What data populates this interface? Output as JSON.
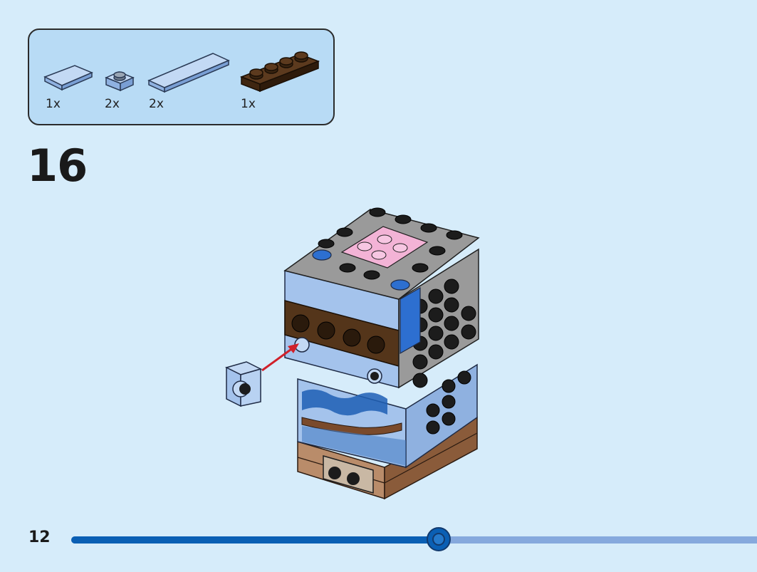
{
  "parts": [
    {
      "name": "tile-1x2-medium-blue",
      "qty": "1x"
    },
    {
      "name": "plate-1x1-medium-blue",
      "qty": "2x"
    },
    {
      "name": "tile-1x4-medium-blue",
      "qty": "2x"
    },
    {
      "name": "plate-1x4-dark-brown",
      "qty": "1x"
    }
  ],
  "step": {
    "number": "16"
  },
  "footer": {
    "page_number": "12"
  },
  "progress": {
    "fraction": 0.536
  },
  "colors": {
    "background": "#d6ecfa",
    "parts_box": "#b8dbf5",
    "medium_blue": "#a4c3ec",
    "dark_brown": "#54351a",
    "dark_gray_studs": "#1c1c1c",
    "pink": "#f3b3d6",
    "progress_fill": "#0a5fb4",
    "progress_track": "#86a9dd",
    "arrow": "#d0202a"
  }
}
